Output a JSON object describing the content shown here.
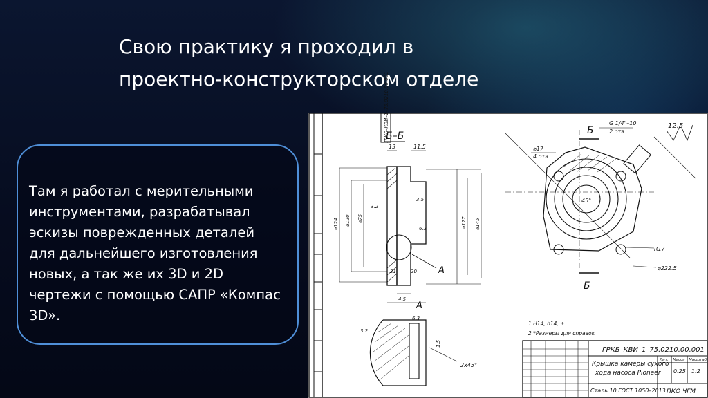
{
  "slide": {
    "title": "Свою практику я проходил в\nпроектно-конструкторском отделе",
    "body": "Там я работал с мерительными\nинструментами, разрабатывал\nэскизы поврежденных деталей\nдля дальнейшего изготовления\nновых, а так же их 3D и 2D\nчертежи с помощью САПР «Компас\n3D»."
  },
  "drawing": {
    "section_bb": "Б–Б",
    "section_a_label": "A",
    "view_a": "А",
    "mark_b_top": "Б",
    "mark_b_bottom": "Б",
    "stamp_code": "ГРКБ–КВИ–1–75.0210.00.001",
    "stamp_code_rotated": "ГРКБ–КВИ–1–75.0210.00.001",
    "part_name_1": "Крышка камеры сухого",
    "part_name_2": "хода насоса Pioneer",
    "material": "Сталь 10 ГОСТ 1050–2013",
    "org": "ПКО ЧГМ",
    "mass_label": "Масса",
    "scale_label": "Масштаб",
    "lit_label": "Лит.",
    "mass_value": "0.25",
    "scale_value": "1:2",
    "roughness": "12.5",
    "thread_note": "G 1/4\"–10",
    "thread_note2": "2 отв.",
    "holes_note": "⌀17",
    "holes_note2": "4 отв.",
    "note1": "1  H14, h14, ±",
    "note2": "2  *Размеры для справок",
    "dims": [
      "13",
      "11.5",
      "3.2",
      "3.5",
      "6.3",
      "21",
      "20",
      "4.5",
      "⌀124",
      "⌀127",
      "⌀145",
      "⌀75",
      "⌀120",
      "R17",
      "⌀222.5",
      "2х45°",
      "45°",
      "3.2",
      "6.3",
      "1.5"
    ]
  }
}
